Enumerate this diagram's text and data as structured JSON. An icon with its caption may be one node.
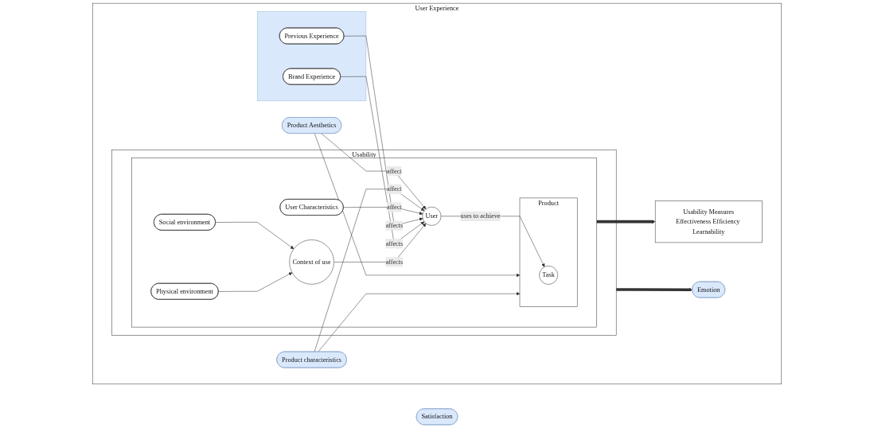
{
  "diagram": {
    "nodes": [
      {
        "text": [
          "User Experience"
        ]
      },
      {
        "text": [],
        "shape": "box",
        "in": 0
      },
      {
        "text": [
          "Previous Experience"
        ],
        "in": 1
      },
      {
        "text": [
          "Brand Experience"
        ],
        "in": 1
      },
      {
        "text": [
          "Product Aesthetics"
        ],
        "in": 0
      },
      {
        "text": [
          "Product characteristics"
        ],
        "in": 0
      },
      {
        "text": [
          "Usability"
        ],
        "in": 0
      },
      {
        "text": [],
        "shape": "box",
        "in": 6
      },
      {
        "text": [
          "User Characteristics"
        ],
        "in": 7
      },
      {
        "text": [
          "User"
        ],
        "in": 7
      },
      {
        "text": [
          "Product"
        ],
        "in": 7
      },
      {
        "text": [
          "Task"
        ],
        "in": 10
      },
      {
        "text": [
          "Context of use"
        ],
        "in": 7
      },
      {
        "text": [
          "Social environment"
        ],
        "in": 7
      },
      {
        "text": [
          "Physical environment"
        ],
        "in": 7
      },
      {
        "text": [
          "Usability Measures",
          "Effectiveness Efficiency Learnability"
        ],
        "in": 0
      },
      {
        "text": [
          "Emotion"
        ],
        "in": 0
      },
      {
        "text": [
          "Satisfaction"
        ]
      }
    ],
    "edges": [
      {
        "from": 4,
        "to": 9,
        "arrow": "to",
        "label": "affect"
      },
      {
        "from": 5,
        "to": 9,
        "arrow": "to",
        "label": "affect"
      },
      {
        "from": 4,
        "to": 10,
        "arrow": "to"
      },
      {
        "from": 5,
        "to": 10,
        "arrow": "to"
      },
      {
        "from": 8,
        "to": 9,
        "arrow": "to",
        "label": "affect"
      },
      {
        "from": 2,
        "to": 9,
        "arrow": "to",
        "label": "affects"
      },
      {
        "from": 3,
        "to": 9,
        "arrow": "to",
        "label": "affects"
      },
      {
        "from": 9,
        "to": 11,
        "arrow": "to",
        "label": "uses to achieve"
      },
      {
        "from": 12,
        "to": 9,
        "arrow": "to",
        "label": "affects"
      },
      {
        "from": 13,
        "to": 12,
        "arrow": "to"
      },
      {
        "from": 14,
        "to": 12,
        "arrow": "to"
      },
      {
        "from": 7,
        "to": 15,
        "arrow": "to",
        "style": "thick"
      },
      {
        "from": 6,
        "to": 16,
        "arrow": "to",
        "style": "thick"
      }
    ]
  }
}
